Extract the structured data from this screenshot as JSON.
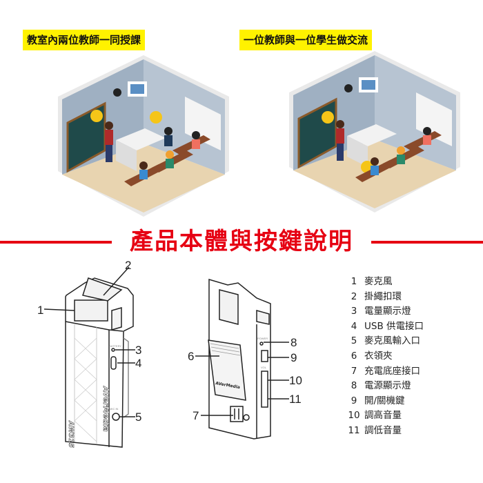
{
  "scenes": [
    {
      "label": "教室內兩位教師一同授課"
    },
    {
      "label": "一位教師與一位學生做交流"
    }
  ],
  "section_title": "產品本體與按鍵說明",
  "device": {
    "brand": "AVerMedia",
    "model": "AW315",
    "port_labels": {
      "battery": "BATTERY",
      "mic_in": "MIC IN",
      "power": "POWER",
      "vol": "VOL"
    }
  },
  "parts": [
    {
      "num": "1",
      "label": "麥克風"
    },
    {
      "num": "2",
      "label": "掛繩扣環"
    },
    {
      "num": "3",
      "label": "電量顯示燈"
    },
    {
      "num": "4",
      "label": "USB 供電接口"
    },
    {
      "num": "5",
      "label": "麥克風輸入口"
    },
    {
      "num": "6",
      "label": "衣領夾"
    },
    {
      "num": "7",
      "label": "充電底座接口"
    },
    {
      "num": "8",
      "label": "電源顯示燈"
    },
    {
      "num": "9",
      "label": "開/關機鍵"
    },
    {
      "num": "10",
      "label": "調高音量"
    },
    {
      "num": "11",
      "label": "調低音量"
    }
  ],
  "colors": {
    "accent_red": "#e60012",
    "tag_yellow": "#fff200"
  }
}
